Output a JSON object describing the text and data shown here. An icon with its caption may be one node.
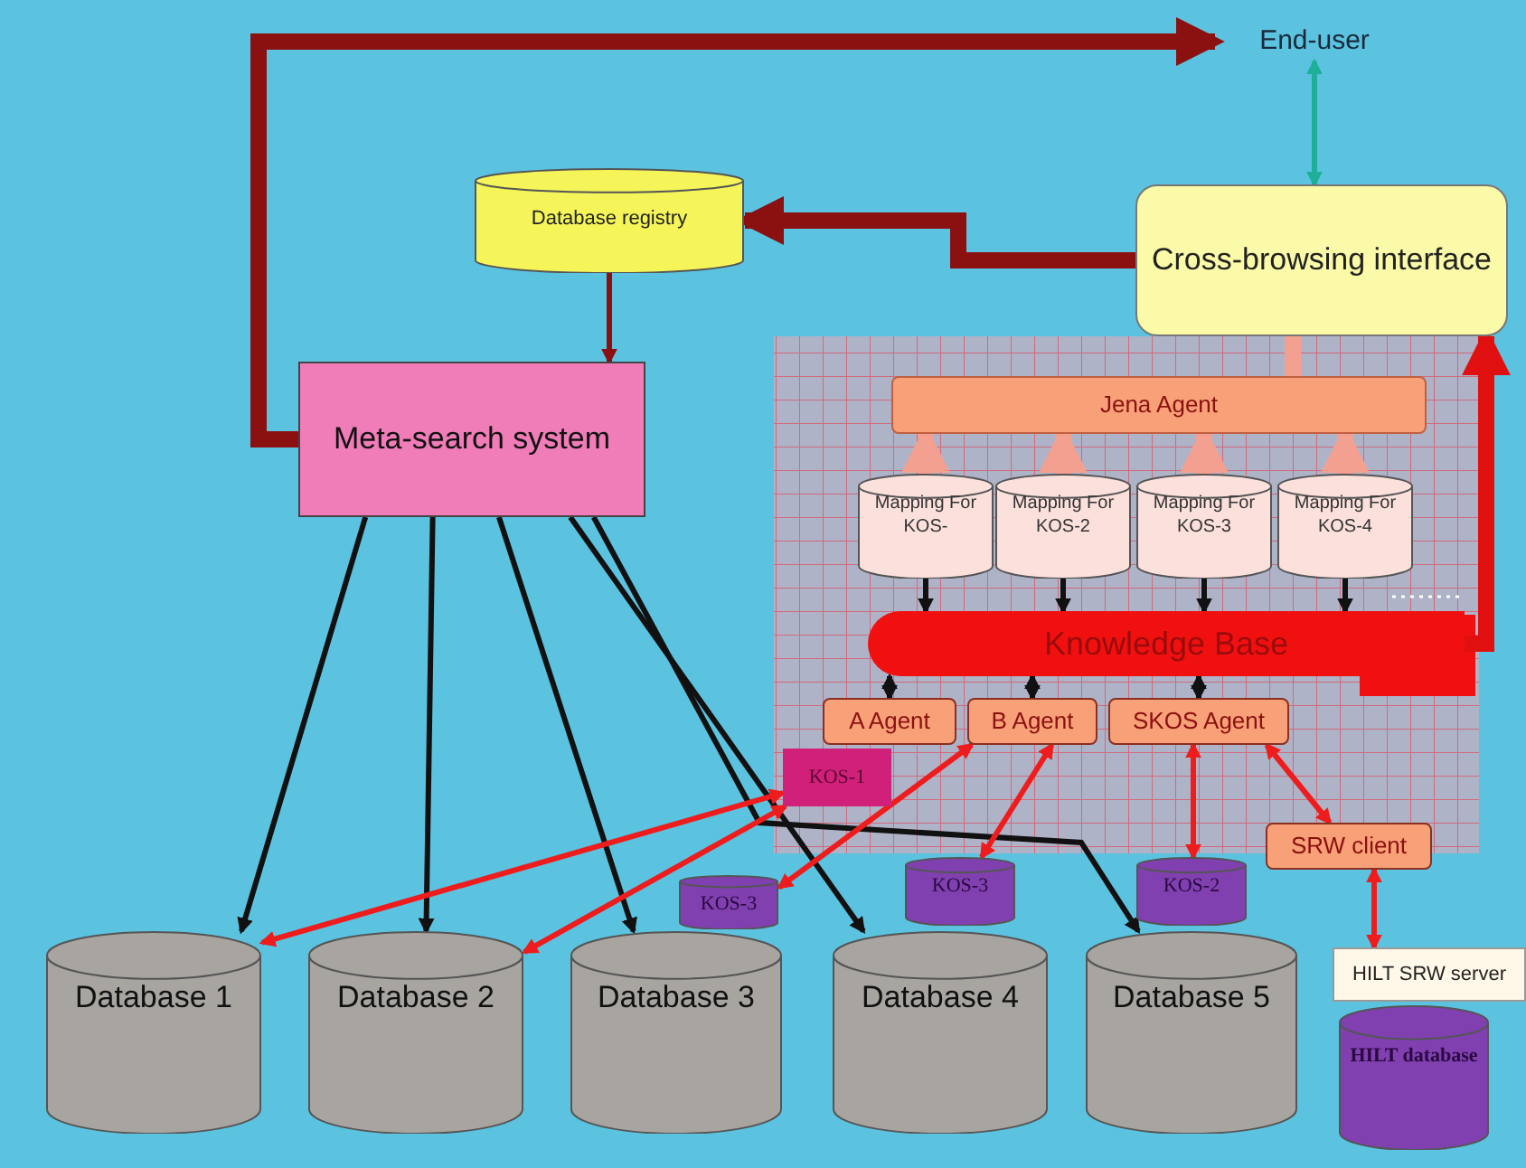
{
  "diagram": {
    "nodes": [
      {
        "text": [
          "End-user"
        ]
      },
      {
        "text": [
          "Database registry"
        ]
      },
      {
        "text": [
          "Cross-browsing interface"
        ]
      },
      {
        "text": [
          "Meta-search system"
        ]
      },
      {
        "text": [
          "Jena Agent"
        ]
      },
      {
        "text": [
          "Mapping For KOS-"
        ]
      },
      {
        "text": [
          "Mapping For KOS-2"
        ]
      },
      {
        "text": [
          "Mapping For KOS-3"
        ]
      },
      {
        "text": [
          "Mapping For KOS-4"
        ]
      },
      {
        "text": [
          "Knowledge Base"
        ]
      },
      {
        "text": [
          "A Agent"
        ]
      },
      {
        "text": [
          "B Agent"
        ]
      },
      {
        "text": [
          "SKOS Agent"
        ]
      },
      {
        "text": [
          "KOS-1"
        ]
      },
      {
        "text": [
          "SRW client"
        ]
      },
      {
        "text": [
          "KOS-3"
        ]
      },
      {
        "text": [
          "KOS-3"
        ]
      },
      {
        "text": [
          "KOS-2"
        ]
      },
      {
        "text": [
          "HILT SRW server"
        ]
      },
      {
        "text": [
          "HILT database"
        ]
      },
      {
        "text": [
          "Database 1"
        ]
      },
      {
        "text": [
          "Database 2"
        ]
      },
      {
        "text": [
          "Database 3"
        ]
      },
      {
        "text": [
          "Database 4"
        ]
      },
      {
        "text": [
          "Database 5"
        ]
      }
    ],
    "edges": [
      {
        "from": 3,
        "to": 0,
        "arrow": "to",
        "style": "thick",
        "color": "#8b1010"
      },
      {
        "from": 2,
        "to": 1,
        "arrow": "to",
        "style": "thick",
        "color": "#8b1010"
      },
      {
        "from": 1,
        "to": 3,
        "arrow": "to",
        "color": "#8b1010"
      },
      {
        "from": 0,
        "to": 2,
        "arrow": "both",
        "color": "#1fae98"
      },
      {
        "from": 2,
        "to": 4,
        "arrow": "none",
        "style": "thick",
        "color": "#f4a090"
      },
      {
        "from": 5,
        "to": 4,
        "arrow": "to",
        "style": "thick",
        "color": "#f4a090"
      },
      {
        "from": 6,
        "to": 4,
        "arrow": "to",
        "style": "thick",
        "color": "#f4a090"
      },
      {
        "from": 7,
        "to": 4,
        "arrow": "to",
        "style": "thick",
        "color": "#f4a090"
      },
      {
        "from": 8,
        "to": 4,
        "arrow": "to",
        "style": "thick",
        "color": "#f4a090"
      },
      {
        "from": 5,
        "to": 9,
        "arrow": "to"
      },
      {
        "from": 6,
        "to": 9,
        "arrow": "to"
      },
      {
        "from": 7,
        "to": 9,
        "arrow": "to"
      },
      {
        "from": 8,
        "to": 9,
        "arrow": "to"
      },
      {
        "from": 9,
        "to": 10,
        "arrow": "both"
      },
      {
        "from": 9,
        "to": 11,
        "arrow": "both"
      },
      {
        "from": 9,
        "to": 12,
        "arrow": "both"
      },
      {
        "from": 9,
        "to": 2,
        "arrow": "to",
        "style": "thick",
        "color": "#e01010"
      },
      {
        "from": 3,
        "to": 20,
        "arrow": "to"
      },
      {
        "from": 3,
        "to": 21,
        "arrow": "to"
      },
      {
        "from": 3,
        "to": 22,
        "arrow": "to"
      },
      {
        "from": 3,
        "to": 23,
        "arrow": "to"
      },
      {
        "from": 3,
        "to": 24,
        "arrow": "to"
      },
      {
        "from": 13,
        "to": 20,
        "arrow": "both",
        "color": "#ee1c1c"
      },
      {
        "from": 13,
        "to": 21,
        "arrow": "both",
        "color": "#ee1c1c"
      },
      {
        "from": 11,
        "to": 15,
        "arrow": "both",
        "color": "#ee1c1c"
      },
      {
        "from": 11,
        "to": 16,
        "arrow": "both",
        "color": "#ee1c1c"
      },
      {
        "from": 12,
        "to": 17,
        "arrow": "both",
        "color": "#ee1c1c"
      },
      {
        "from": 12,
        "to": 14,
        "arrow": "both",
        "color": "#ee1c1c"
      },
      {
        "from": 14,
        "to": 18,
        "arrow": "both",
        "color": "#ee1c1c"
      }
    ]
  }
}
